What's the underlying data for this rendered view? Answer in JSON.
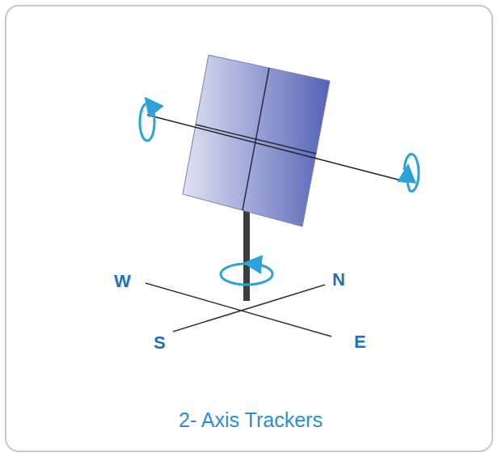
{
  "diagram": {
    "caption": "2- Axis Trackers",
    "labels": [
      "W",
      "N",
      "S",
      "E"
    ]
  }
}
